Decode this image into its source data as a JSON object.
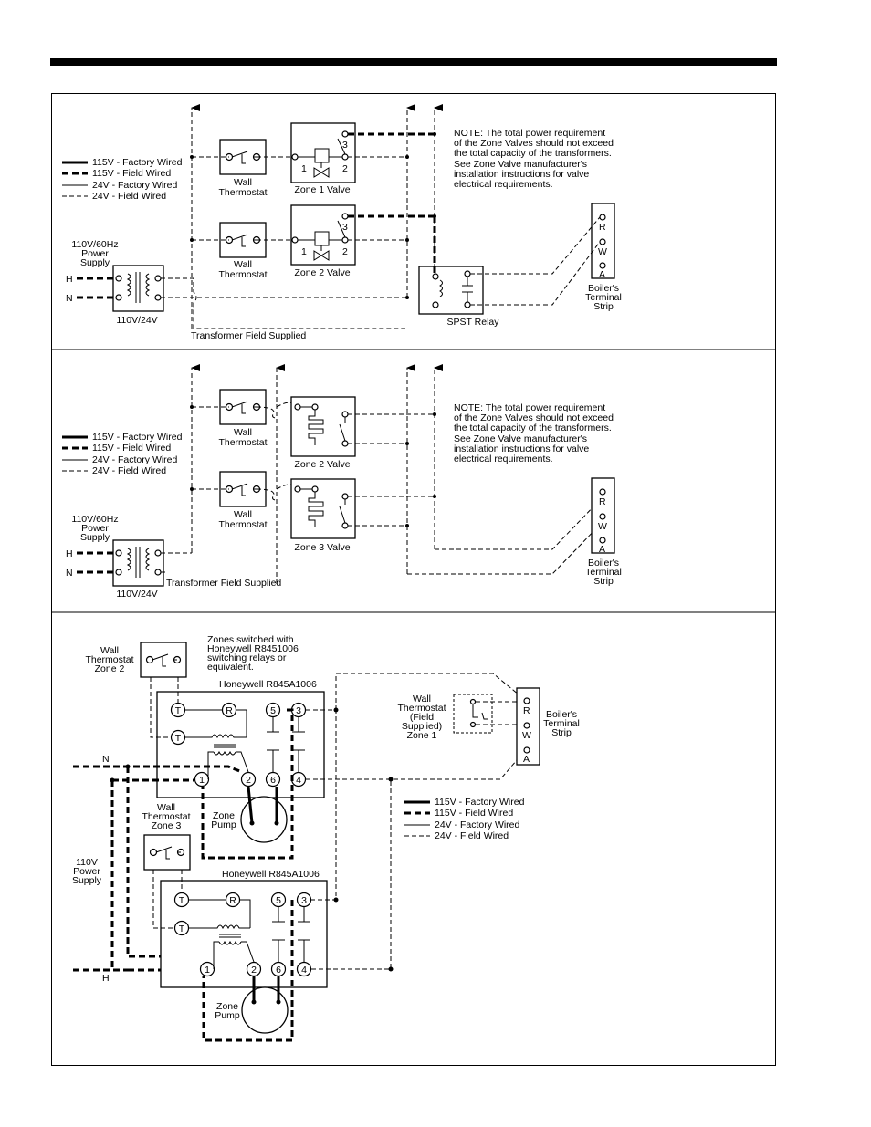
{
  "legend": {
    "hv_factory": "115V - Factory Wired",
    "hv_field": "115V - Field Wired",
    "lv_factory": "24V - Factory Wired",
    "lv_field": "24V - Field Wired"
  },
  "panel1": {
    "power_supply": [
      "110V/60Hz",
      "Power",
      "Supply"
    ],
    "h": "H",
    "n": "N",
    "transformer": "110V/24V",
    "transformer_field": "Transformer Field Supplied",
    "thermostat": [
      "Wall",
      "Thermostat"
    ],
    "valve1": "Zone 1 Valve",
    "valve2": "Zone 2 Valve",
    "t1": "1",
    "t2": "2",
    "t3": "3",
    "relay": "SPST Relay",
    "boiler_strip": [
      "Boiler's",
      "Terminal",
      "Strip"
    ],
    "r": "R",
    "w": "W",
    "a": "A",
    "note": [
      "NOTE: The total power requirement",
      "of the Zone Valves should not exceed",
      "the total capacity of the transformers.",
      "See Zone Valve manufacturer's",
      "installation instructions for valve",
      "electrical requirements."
    ]
  },
  "panel2": {
    "power_supply": [
      "110V/60Hz",
      "Power",
      "Supply"
    ],
    "h": "H",
    "n": "N",
    "transformer": "110V/24V",
    "transformer_field": "Transformer Field Supplied",
    "thermostat": [
      "Wall",
      "Thermostat"
    ],
    "valve_a": "Zone 2 Valve",
    "valve_b": "Zone 3 Valve",
    "boiler_strip": [
      "Boiler's",
      "Terminal",
      "Strip"
    ],
    "r": "R",
    "w": "W",
    "a": "A",
    "note": [
      "NOTE: The total power requirement",
      "of the Zone Valves should not exceed",
      "the total capacity of the transformers.",
      "See Zone Valve manufacturer's",
      "installation instructions for valve",
      "electrical requirements."
    ]
  },
  "panel3": {
    "thermostat2": [
      "Wall",
      "Thermostat",
      "Zone 2"
    ],
    "zones_note": [
      "Zones switched with",
      "Honeywell R8451006",
      "switching relays or",
      "equivalent."
    ],
    "relay_name": "Honeywell R845A1006",
    "relay_terms": [
      "T",
      "R",
      "5",
      "3",
      "T",
      "1",
      "2",
      "6",
      "4"
    ],
    "n": "N",
    "h": "H",
    "zone_pump": [
      "Zone",
      "Pump"
    ],
    "thermostat3": [
      "Wall",
      "Thermostat",
      "Zone 3"
    ],
    "power": [
      "110V",
      "Power",
      "Supply"
    ],
    "thermostat1": [
      "Wall",
      "Thermostat",
      "(Field",
      "Supplied)",
      "Zone 1"
    ],
    "boiler_strip": [
      "Boiler's",
      "Terminal",
      "Strip"
    ],
    "r": "R",
    "w": "W",
    "a": "A"
  }
}
